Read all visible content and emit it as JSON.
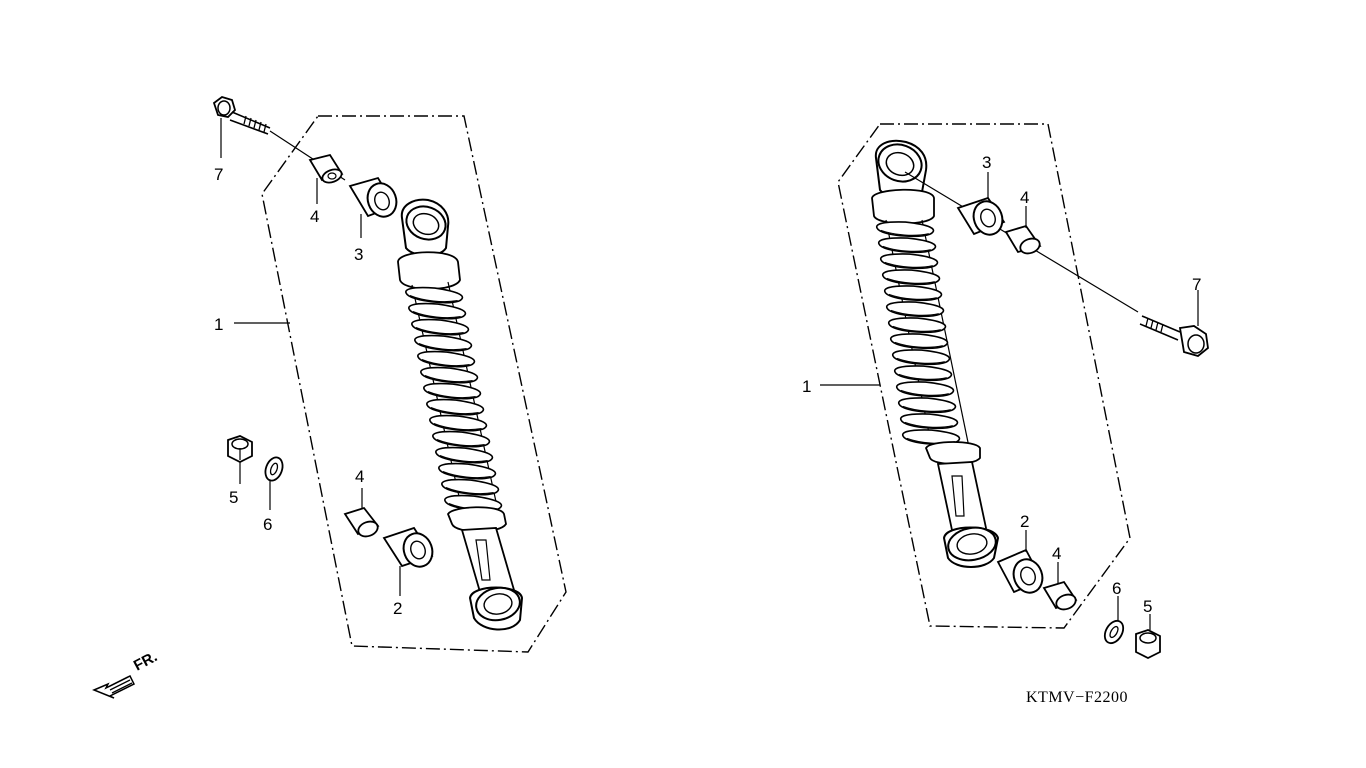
{
  "diagram": {
    "code": "KTMV−F2200",
    "front_indicator": "FR.",
    "left_shock": {
      "callouts": [
        "1",
        "2",
        "3",
        "4",
        "4",
        "5",
        "6",
        "7"
      ]
    },
    "right_shock": {
      "callouts": [
        "1",
        "2",
        "3",
        "4",
        "4",
        "5",
        "6",
        "7"
      ]
    }
  }
}
